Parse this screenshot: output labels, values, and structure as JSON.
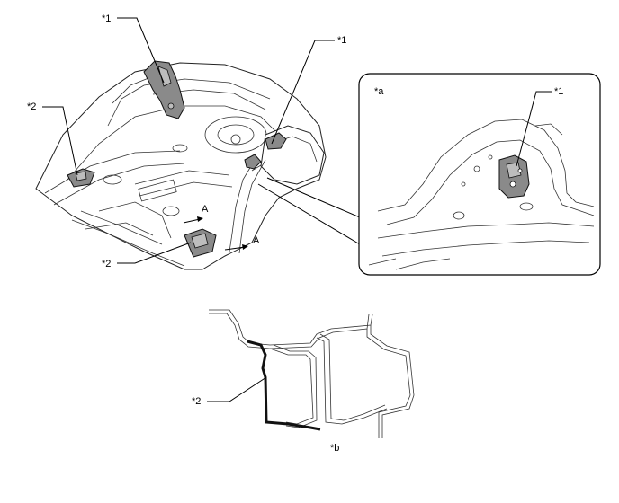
{
  "callouts": {
    "part1_top": "*1",
    "part1_right": "*1",
    "part1_detail": "*1",
    "part2_left": "*2",
    "part2_bottom": "*2",
    "part2_section": "*2"
  },
  "view_labels": {
    "detail": "*a",
    "section": "*b"
  },
  "view_arrows": {
    "arrow_a1": "A",
    "arrow_a2": "A"
  }
}
